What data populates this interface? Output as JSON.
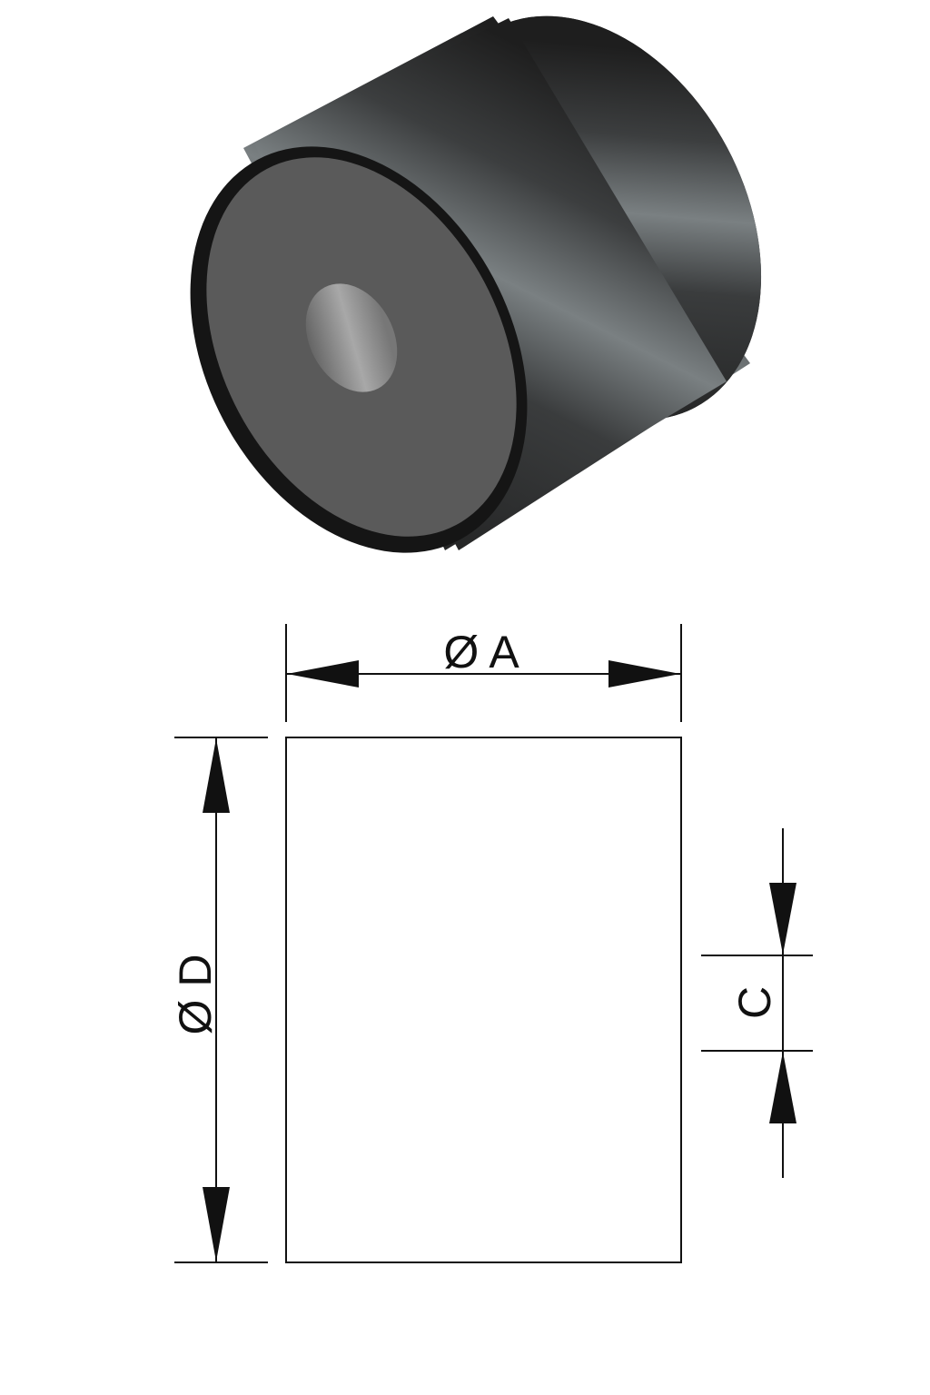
{
  "labels": {
    "diameter_a": "Ø A",
    "diameter_d": "Ø D",
    "thickness_c": "C"
  },
  "colors": {
    "body_dark": "#1e1e1e",
    "body_highlight": "#7a8082",
    "face": "#5a5a5a",
    "hole": "#9a9a9a",
    "line": "#111111"
  }
}
